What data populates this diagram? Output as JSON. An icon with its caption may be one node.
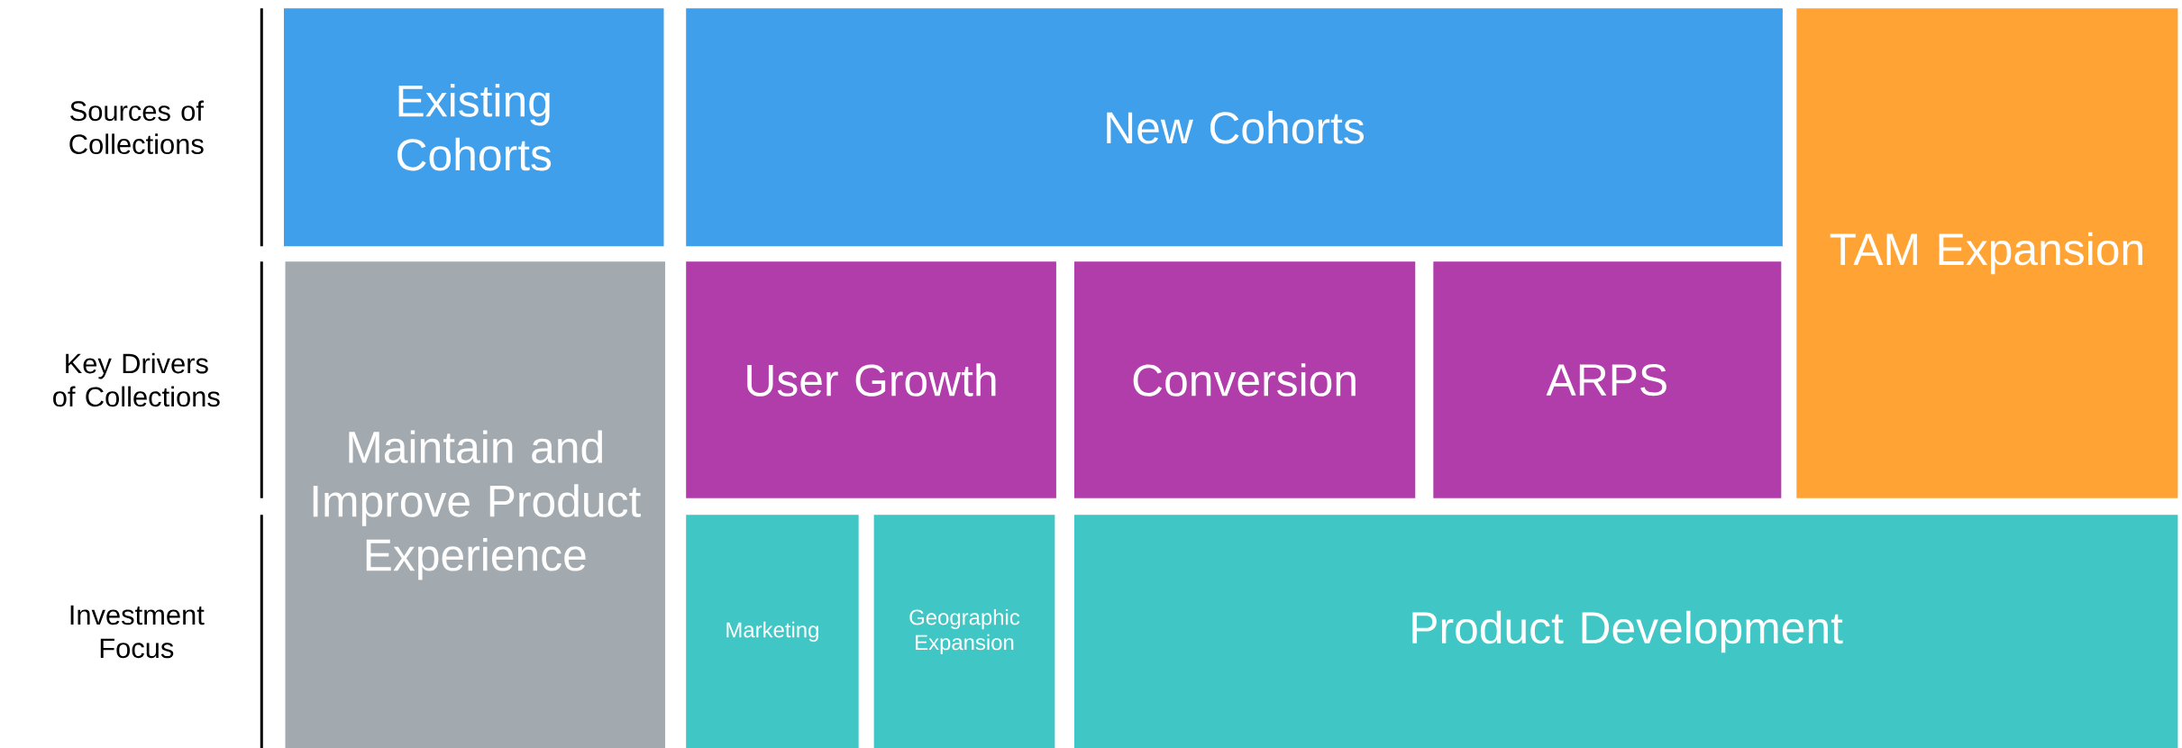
{
  "diagram": {
    "nodes": [
      {
        "text": [
          "Existing Cohorts"
        ]
      },
      {
        "text": [
          "New Cohorts"
        ]
      },
      {
        "text": [
          "TAM Expansion"
        ]
      },
      {
        "text": [
          "Maintain and Improve Product Experience"
        ]
      },
      {
        "text": [
          "User Growth"
        ]
      },
      {
        "text": [
          "Conversion"
        ]
      },
      {
        "text": [
          "ARPS"
        ]
      },
      {
        "text": [
          "Marketing"
        ]
      },
      {
        "text": [
          "Geographic Expansion"
        ]
      },
      {
        "text": [
          "Product Development"
        ]
      }
    ],
    "labels": [
      "Sources of Collections",
      "Key Drivers of Collections",
      "Investment Focus"
    ]
  }
}
